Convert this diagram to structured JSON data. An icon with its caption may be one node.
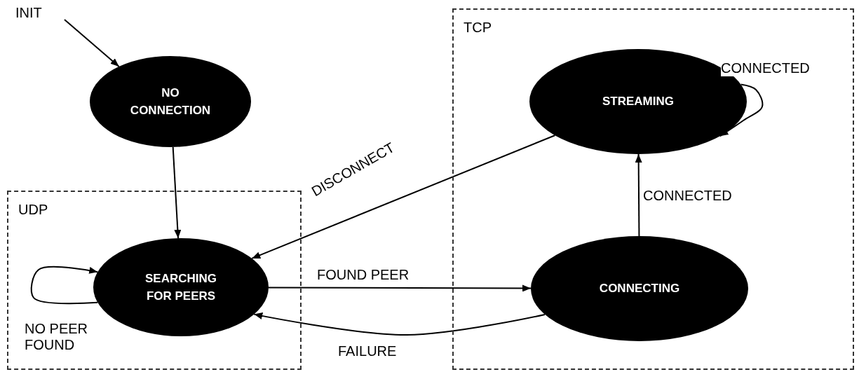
{
  "diagram": {
    "nodes": [
      {
        "text": [
          "INIT"
        ]
      },
      {
        "text": [
          "NO CONNECTION"
        ]
      },
      {
        "text": [
          "TCP"
        ]
      },
      {
        "text": [
          "STREAMING"
        ],
        "in": 2
      },
      {
        "text": [
          "UDP"
        ]
      },
      {
        "text": [
          "SEARCHING FOR PEERS"
        ],
        "in": 4
      },
      {
        "text": [
          "CONNECTING"
        ],
        "in": 2
      }
    ],
    "edges": [
      {
        "from": 0,
        "to": 1,
        "arrow": "to"
      },
      {
        "from": 1,
        "to": 5,
        "arrow": "to"
      },
      {
        "from": 5,
        "to": 5,
        "arrow": "to",
        "label": "NO PEER FOUND"
      },
      {
        "from": 3,
        "to": 5,
        "arrow": "to",
        "label": "DISCONNECT"
      },
      {
        "from": 5,
        "to": 6,
        "arrow": "to",
        "label": "FOUND PEER"
      },
      {
        "from": 6,
        "to": 5,
        "arrow": "to",
        "label": "FAILURE"
      },
      {
        "from": 6,
        "to": 3,
        "arrow": "to",
        "label": "CONNECTED"
      },
      {
        "from": 3,
        "to": 3,
        "arrow": "to",
        "label": "CONNECTED"
      }
    ]
  }
}
